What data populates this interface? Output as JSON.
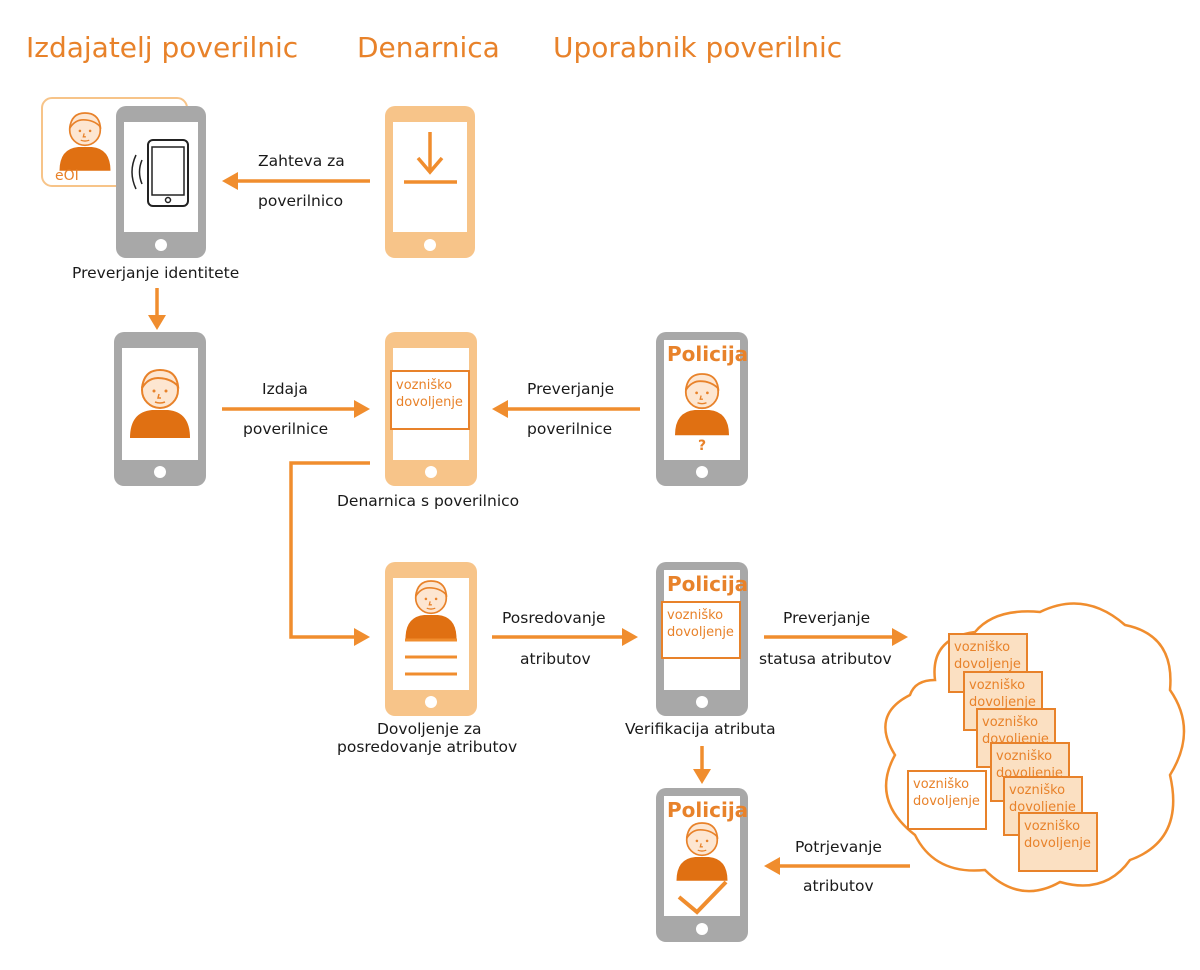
{
  "headers": {
    "issuer": "Izdajatelj poverilnic",
    "wallet": "Denarnica",
    "user": "Uporabnik poverilnic"
  },
  "colors": {
    "orange": "#e8822a",
    "orange_light": "#f7c489",
    "orange_fill": "#fbe0c2",
    "gray": "#a8a8a8",
    "gray_dark": "#8d8d8d",
    "skin": "#fde6d1"
  },
  "labels": {
    "eoi": "eOI",
    "request_line1": "Zahteva za",
    "request_line2": "poverilnico",
    "identity_check": "Preverjanje identitete",
    "issue_line1": "Izdaja",
    "issue_line2": "poverilnice",
    "verify_cred_line1": "Preverjanje",
    "verify_cred_line2": "poverilnice",
    "wallet_with_cred": "Denarnica s poverilnico",
    "forward_line1": "Posredovanje",
    "forward_line2": "atributov",
    "consent_line1": "Dovoljenje za",
    "consent_line2": "posredovanje atributov",
    "attr_verification": "Verifikacija atributa",
    "status_line1": "Preverjanje",
    "status_line2": "statusa atributov",
    "confirm_line1": "Potrjevanje",
    "confirm_line2": "atributov",
    "police": "Policija",
    "question": "?",
    "doc_line1": "vozniško",
    "doc_line2": "dovoljenje"
  },
  "icons": {
    "download": "download-icon",
    "nfc": "nfc-phone-icon",
    "person": "person-icon",
    "check": "checkmark-icon",
    "cloud": "cloud-icon"
  }
}
